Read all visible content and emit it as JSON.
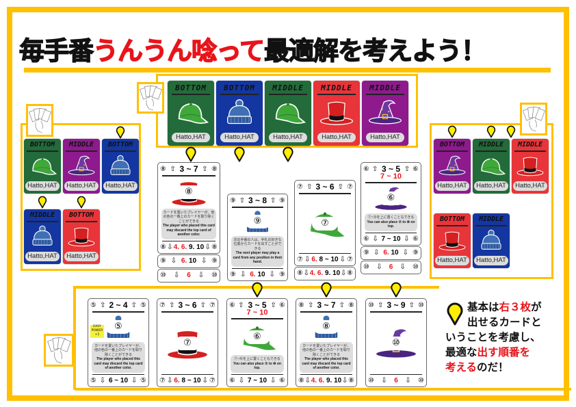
{
  "title": {
    "part1": "毎手番",
    "part2": "うんうん唸って",
    "part3": "最適解を考えよう！"
  },
  "common": {
    "card_name": "Hatto,HAT"
  },
  "colors": {
    "frame": "#ffc000",
    "green": "#236b3a",
    "blue": "#1436a0",
    "red": "#e8353a",
    "purple": "#8e1a8e",
    "pin": "#ffee00",
    "accent_red": "#e8141b"
  },
  "top_row": [
    {
      "label": "BOTTOM",
      "color": "#236b3a",
      "hat": "cap"
    },
    {
      "label": "BOTTOM",
      "color": "#1436a0",
      "hat": "beanie"
    },
    {
      "label": "MIDDLE",
      "color": "#236b3a",
      "hat": "cap"
    },
    {
      "label": "MIDDLE",
      "color": "#e8353a",
      "hat": "tophat"
    },
    {
      "label": "MIDDLE",
      "color": "#8e1a8e",
      "hat": "wizard"
    }
  ],
  "left_hand": [
    {
      "label": "BOTTOM",
      "color": "#236b3a",
      "hat": "cap"
    },
    {
      "label": "MIDDLE",
      "color": "#8e1a8e",
      "hat": "wizard"
    },
    {
      "label": "BOTTOM",
      "color": "#1436a0",
      "hat": "beanie"
    },
    {
      "label": "MIDDLE",
      "color": "#1436a0",
      "hat": "beanie"
    },
    {
      "label": "BOTTOM",
      "color": "#e8353a",
      "hat": "tophat"
    }
  ],
  "right_hand": [
    {
      "label": "BOTTOM",
      "color": "#8e1a8e",
      "hat": "wizard"
    },
    {
      "label": "MIDDLE",
      "color": "#236b3a",
      "hat": "cap"
    },
    {
      "label": "MIDDLE",
      "color": "#e8353a",
      "hat": "tophat"
    },
    {
      "label": "BOTTOM",
      "color": "#e8353a",
      "hat": "tophat"
    },
    {
      "label": "MIDDLE",
      "color": "#1436a0",
      "hat": "beanie"
    }
  ],
  "center_piles": [
    {
      "card": {
        "num": "⑧",
        "range": "3 ~ 7",
        "hat": "tophat",
        "color": "#d42020",
        "desc_jp": "カードを置いたプレイヤーが、他の色の一番上のカードを取り除くことができる",
        "desc_en": "The player who placed this card may discard the top card of another color.",
        "bottom": [
          {
            "t": "4. 6.",
            "red": true
          },
          {
            "t": " 9. 10"
          }
        ]
      },
      "under": [
        {
          "num": "⑨",
          "bottom": [
            {
              "t": "6.",
              "red": true
            },
            {
              "t": " 10"
            }
          ]
        },
        {
          "num": "⑩",
          "bottom": [
            {
              "t": "6",
              "red": true
            }
          ]
        }
      ]
    },
    {
      "card": {
        "num": "⑨",
        "range": "3 ~ 8",
        "hat": "beanie",
        "color": "#3f6fb5",
        "desc_jp": "次の手番の人は、手札の好きな位置からカードを出すことができる",
        "desc_en": "The next player may play a card from any position in their hand.",
        "bottom": [
          {
            "t": "6.",
            "red": true
          },
          {
            "t": " 10"
          }
        ]
      },
      "under": []
    },
    {
      "card": {
        "num": "⑦",
        "range": "3 ~ 6",
        "hat": "cap",
        "color": "#3fa83a",
        "bottom": [
          {
            "t": "6.",
            "red": true
          },
          {
            "t": " 8 ~ 10"
          }
        ]
      },
      "under": [
        {
          "num": "⑧",
          "bottom": [
            {
              "t": "4. 6.",
              "red": true
            },
            {
              "t": " 9. 10"
            }
          ]
        }
      ]
    },
    {
      "card": {
        "num": "⑥",
        "range": "3 ~ 5",
        "range2": "7 ~ 10",
        "hat": "wizard",
        "color": "#6a3aa0",
        "desc_jp": "⑦~⑩を上に置くこともできる",
        "desc_en": "You can also place ⑦ to ⑩ on top.",
        "bottom": [
          {
            "t": "7 ~ 10"
          }
        ]
      },
      "under": [
        {
          "num": "⑨",
          "bottom": [
            {
              "t": "6.",
              "red": true
            },
            {
              "t": " 10"
            }
          ]
        },
        {
          "num": "⑩",
          "bottom": [
            {
              "t": "6",
              "red": true
            }
          ]
        }
      ]
    }
  ],
  "hand_row": [
    {
      "num": "⑤",
      "range": "2 ~ 4",
      "hat": "beanie",
      "color": "#3f6fb5",
      "badge": "EASY POWER +1",
      "desc_jp": "カードを置いたプレイヤーが、他の色の一番上のカードを取り除くことができる",
      "desc_en": "The player who placed this card may discard the top card of another color.",
      "bottom": [
        {
          "t": "6 ~ 10"
        }
      ]
    },
    {
      "num": "⑦",
      "range": "3 ~ 6",
      "hat": "tophat",
      "color": "#d42020",
      "bottom": [
        {
          "t": "6.",
          "red": true
        },
        {
          "t": " 8 ~ 10"
        }
      ]
    },
    {
      "num": "⑥",
      "range": "3 ~ 5",
      "range2": "7 ~ 10",
      "hat": "cap",
      "color": "#3fa83a",
      "desc_jp": "⑦~⑩を上に置くこともできる",
      "desc_en": "You can also place ⑦ to ⑩ on top.",
      "bottom": [
        {
          "t": "7 ~ 10"
        }
      ]
    },
    {
      "num": "⑧",
      "range": "3 ~ 7",
      "hat": "beanie",
      "color": "#3f6fb5",
      "desc_jp": "カードを置いたプレイヤーが、他の色の一番上のカードを取り除くことができる",
      "desc_en": "The player who placed this card may discard the top card of another color.",
      "bottom": [
        {
          "t": "4. 6.",
          "red": true
        },
        {
          "t": " 9. 10"
        }
      ]
    },
    {
      "num": "⑩",
      "range": "3 ~ 9",
      "hat": "wizard",
      "color": "#6a3aa0",
      "bottom": [
        {
          "t": "6",
          "red": true
        }
      ]
    }
  ],
  "explanation": {
    "lines": [
      [
        {
          "t": "基本は"
        },
        {
          "t": "右３枚",
          "red": true
        },
        {
          "t": "が"
        }
      ],
      [
        {
          "t": "出せるカードと"
        }
      ],
      [
        {
          "t": "いうことを考慮し、"
        }
      ],
      [
        {
          "t": "最適な"
        },
        {
          "t": "出す順番を",
          "red": true
        }
      ],
      [
        {
          "t": "考える",
          "red": true
        },
        {
          "t": "のだ！"
        }
      ]
    ]
  }
}
